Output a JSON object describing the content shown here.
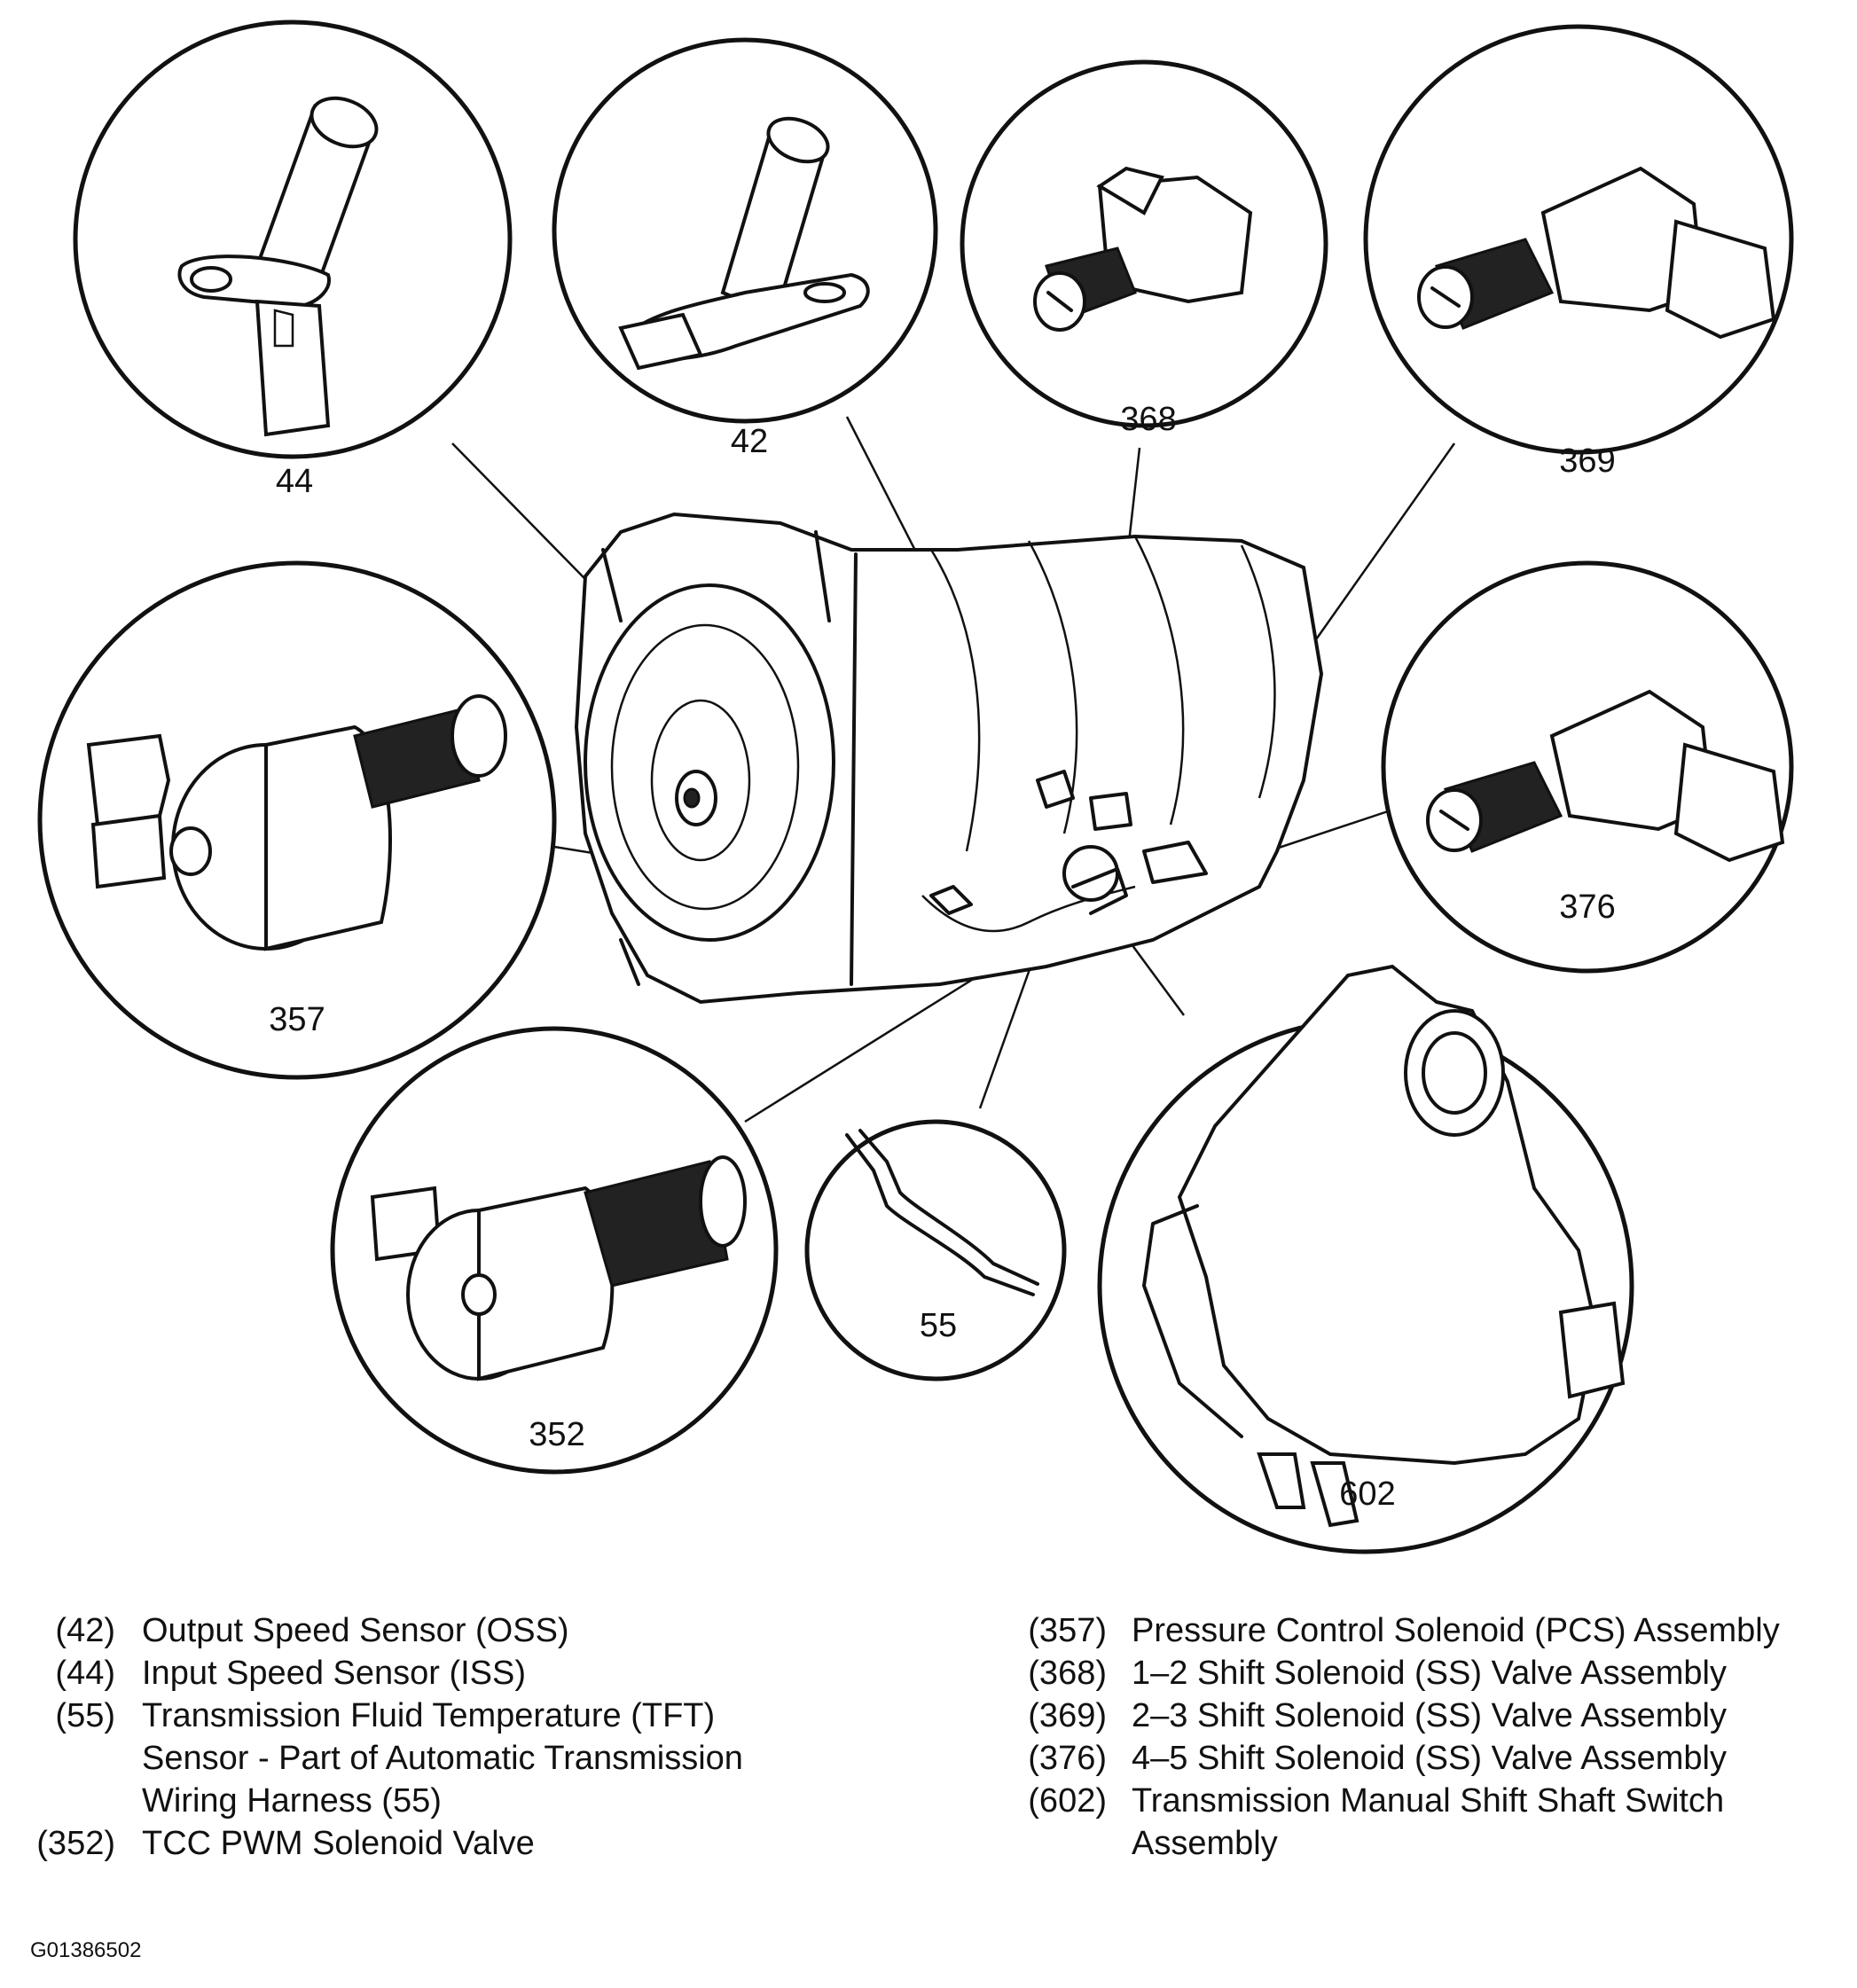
{
  "figure_id": "G01386502",
  "callouts": {
    "c44": "44",
    "c42": "42",
    "c368": "368",
    "c369": "369",
    "c357": "357",
    "c376": "376",
    "c352": "352",
    "c55": "55",
    "c602": "602"
  },
  "legend_left": [
    {
      "num": "(42)",
      "desc": "Output Speed Sensor (OSS)"
    },
    {
      "num": "(44)",
      "desc": "Input Speed Sensor (ISS)"
    },
    {
      "num": "(55)",
      "desc": "Transmission Fluid Temperature (TFT) Sensor - Part of Automatic Transmission Wiring Harness (55)"
    },
    {
      "num": "(352)",
      "desc": "TCC PWM Solenoid Valve"
    }
  ],
  "legend_right": [
    {
      "num": "(357)",
      "desc": "Pressure Control Solenoid (PCS) Assembly"
    },
    {
      "num": "(368)",
      "desc": "1–2 Shift Solenoid (SS) Valve Assembly"
    },
    {
      "num": "(369)",
      "desc": "2–3 Shift Solenoid (SS) Valve Assembly"
    },
    {
      "num": "(376)",
      "desc": "4–5 Shift Solenoid (SS) Valve Assembly"
    },
    {
      "num": "(602)",
      "desc": "Transmission Manual Shift Shaft Switch Assembly"
    }
  ]
}
